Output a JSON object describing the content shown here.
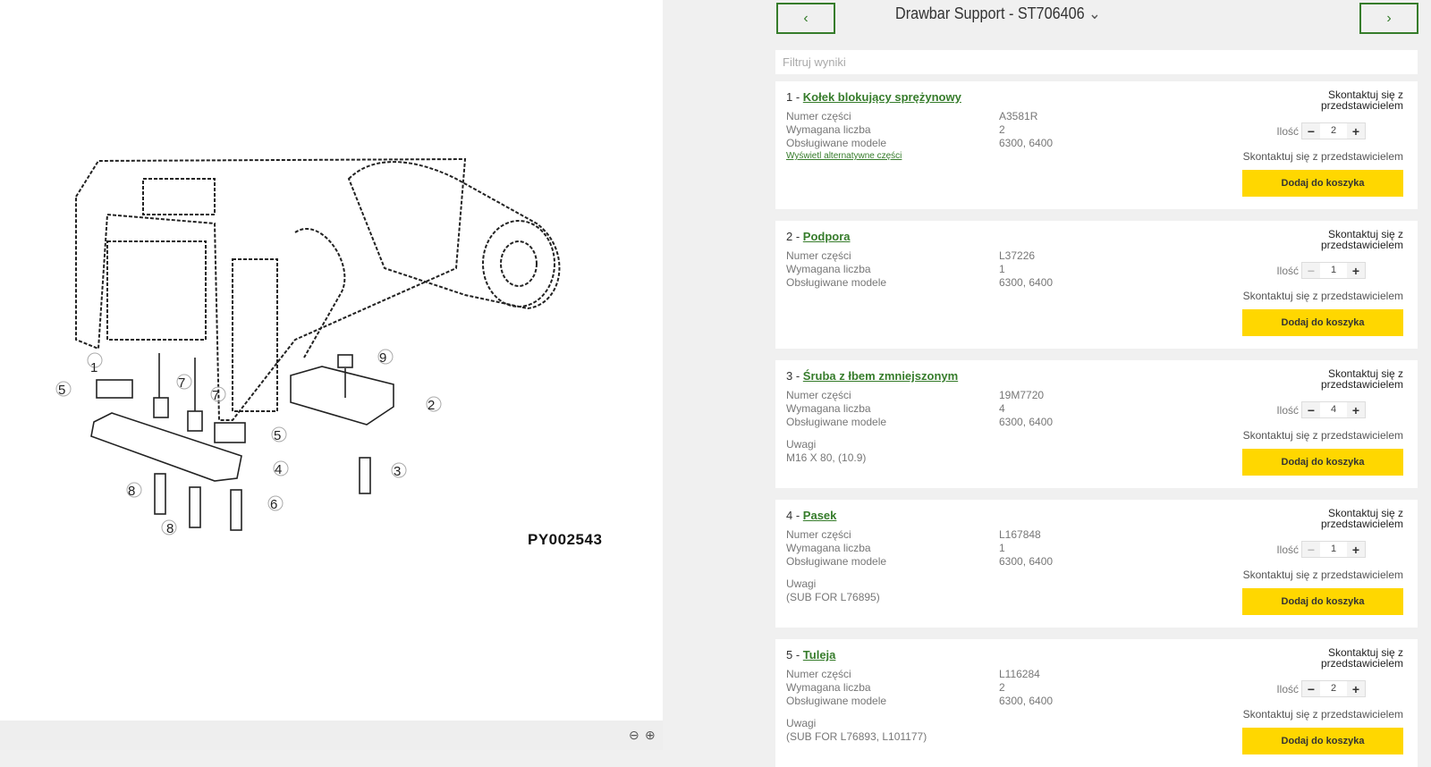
{
  "diagram": {
    "code": "PY002543",
    "callouts": [
      "1",
      "2",
      "3",
      "4",
      "5",
      "5",
      "6",
      "7",
      "7",
      "8",
      "8",
      "9"
    ]
  },
  "viewer": {
    "zoom_out_icon": "zoom-out-icon",
    "zoom_in_icon": "zoom-in-icon"
  },
  "header": {
    "title": "Drawbar Support - ST706406",
    "prev": "‹",
    "next": "›",
    "dropdown": "⌄"
  },
  "filter": {
    "placeholder": "Filtruj wyniki"
  },
  "labels": {
    "part_number": "Numer części",
    "qty_required": "Wymagana liczba",
    "models": "Obsługiwane modele",
    "notes": "Uwagi",
    "contact_short": "Skontaktuj się z przedstawicielem",
    "contact": "Skontaktuj się z przedstawicielem",
    "quantity": "Ilość",
    "add": "Dodaj do koszyka",
    "alt": "Wyświetl alternatywne części",
    "minus": "−",
    "plus": "+"
  },
  "parts": [
    {
      "num": "1 - ",
      "name": "Kołek blokujący sprężynowy",
      "part": "A3581R",
      "required": "2",
      "models": "6300, 6400",
      "qty": "2",
      "alt": true,
      "notes": null
    },
    {
      "num": "2 - ",
      "name": "Podpora",
      "part": "L37226",
      "required": "1",
      "models": "6300, 6400",
      "qty": "1",
      "notes": null
    },
    {
      "num": "3 - ",
      "name": "Śruba z łbem zmniejszonym",
      "part": "19M7720",
      "required": "4",
      "models": "6300, 6400",
      "qty": "4",
      "notes": "M16 X 80, (10.9)"
    },
    {
      "num": "4 - ",
      "name": "Pasek",
      "part": "L167848",
      "required": "1",
      "models": "6300, 6400",
      "qty": "1",
      "notes": "(SUB FOR L76895)"
    },
    {
      "num": "5 - ",
      "name": "Tuleja",
      "part": "L116284",
      "required": "2",
      "models": "6300, 6400",
      "qty": "2",
      "notes": "(SUB FOR L76893, L101177)"
    }
  ]
}
